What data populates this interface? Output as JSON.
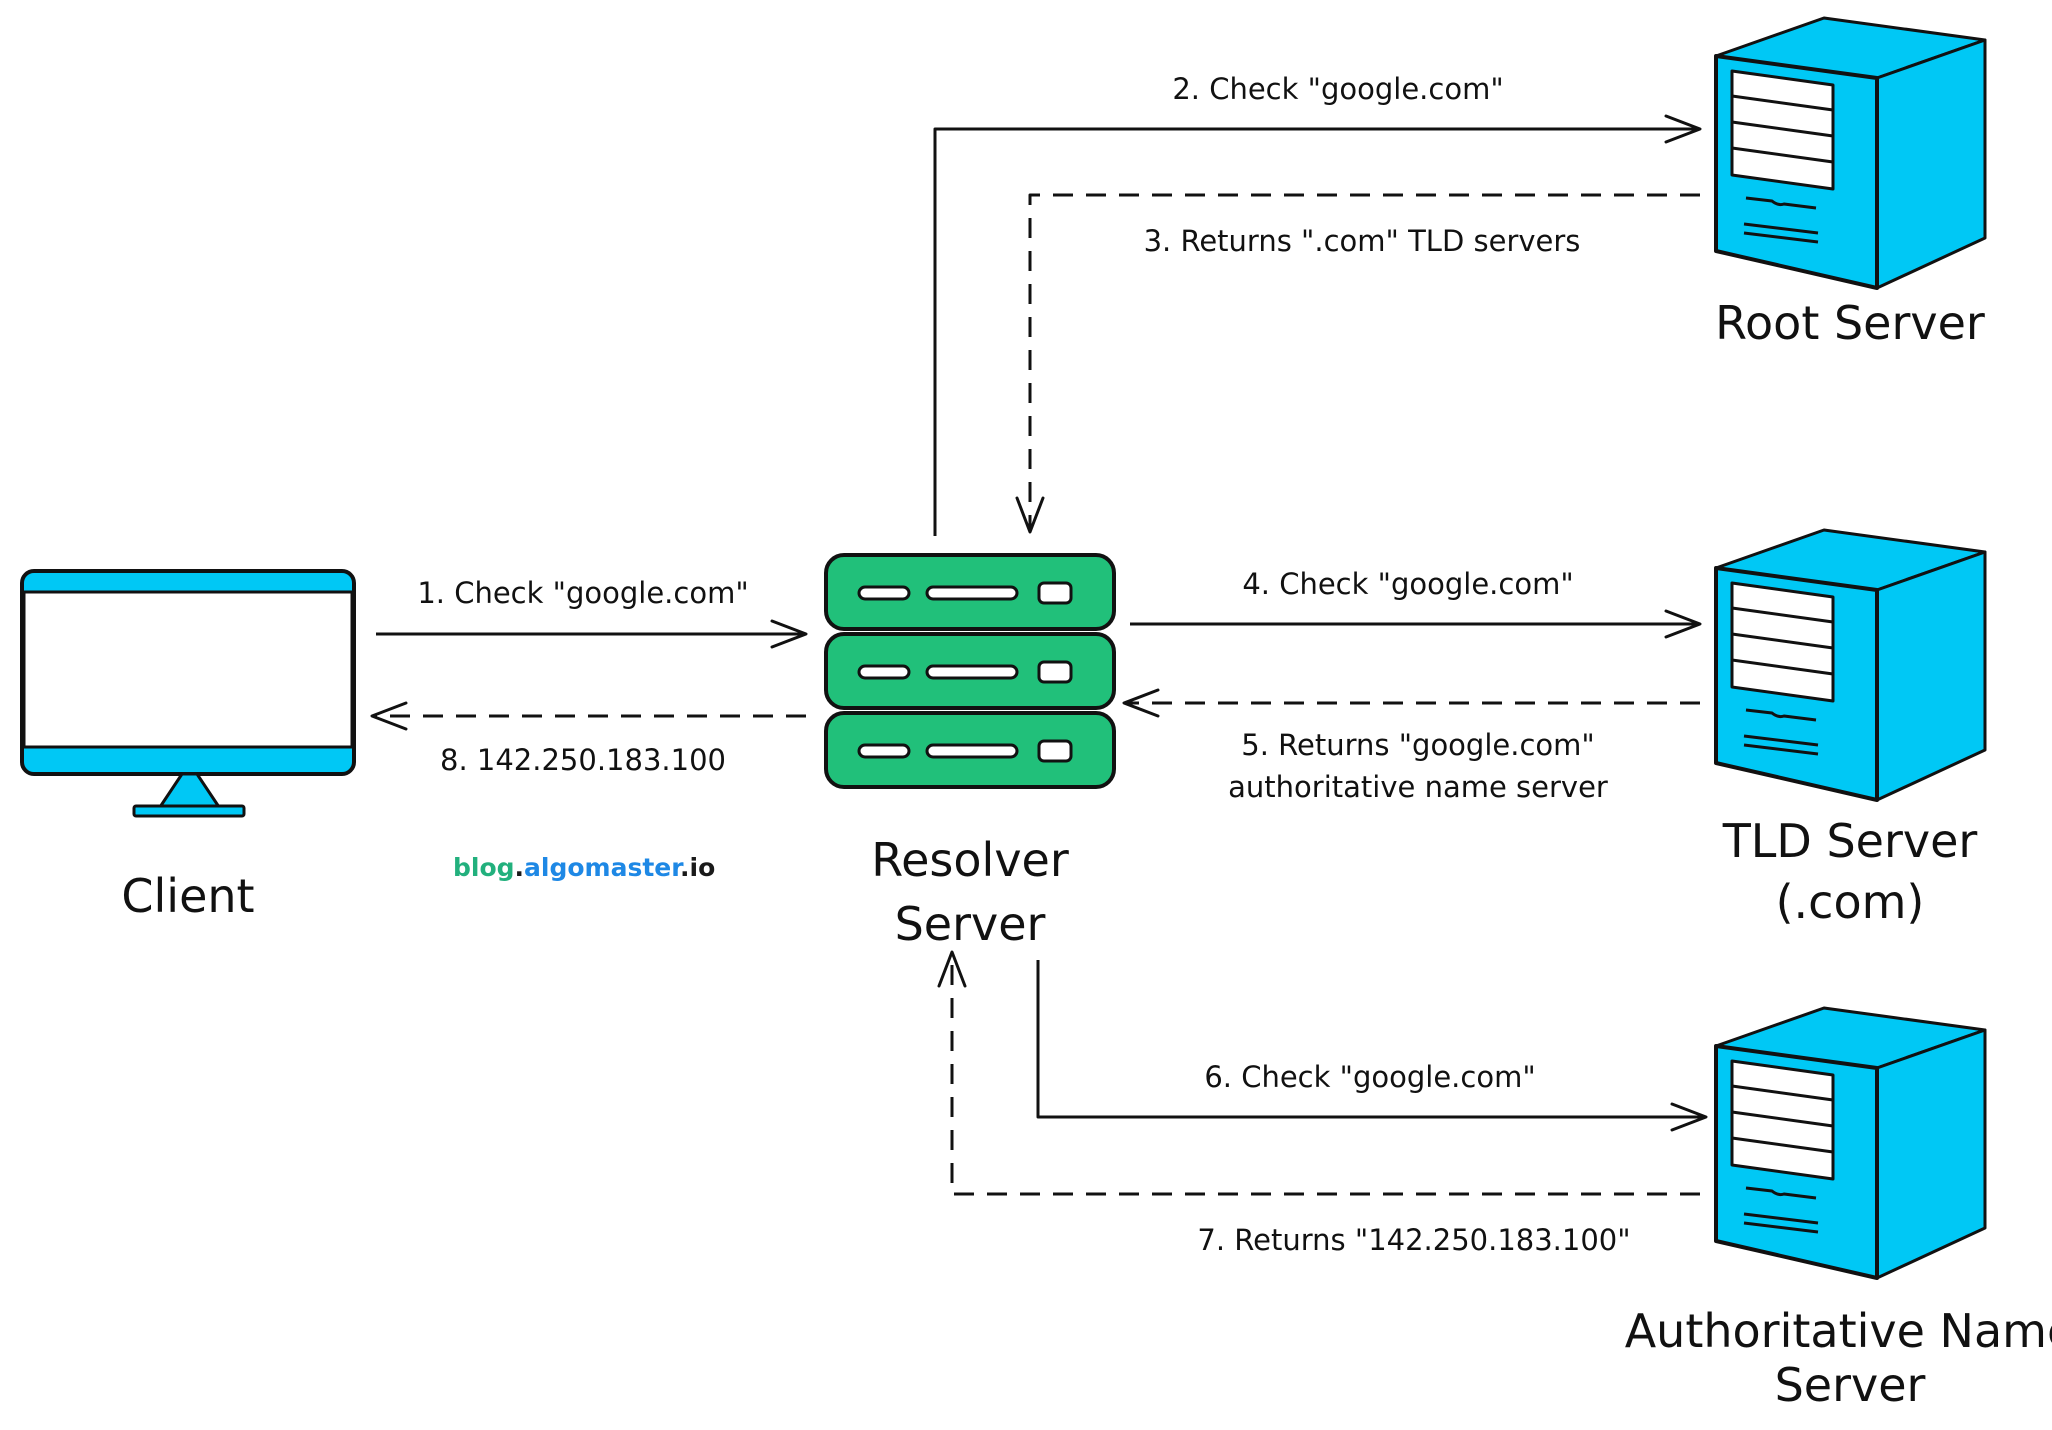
{
  "nodes": {
    "client": {
      "label": "Client"
    },
    "resolver": {
      "label_line1": "Resolver",
      "label_line2": "Server"
    },
    "root": {
      "label": "Root Server"
    },
    "tld": {
      "label_line1": "TLD Server",
      "label_line2": "(.com)"
    },
    "authoritative": {
      "label_line1": "Authoritative Name",
      "label_line2": "Server"
    }
  },
  "edges": {
    "step1": "1. Check \"google.com\"",
    "step2": "2. Check \"google.com\"",
    "step3": "3. Returns \".com\"  TLD servers",
    "step4": "4. Check \"google.com\"",
    "step5_line1": "5. Returns \"google.com\"",
    "step5_line2": "authoritative name server",
    "step6": "6. Check \"google.com\"",
    "step7": "7. Returns \"142.250.183.100\"",
    "step8": "8. 142.250.183.100"
  },
  "watermark": {
    "part1": "blog",
    "dot1": ".",
    "part2": "algomaster",
    "dot2": ".",
    "part3": "io"
  },
  "colors": {
    "server_blue": "#00C8F5",
    "resolver_green": "#21C07A",
    "monitor_blue": "#00C8F5",
    "brand_green": "#22B07D",
    "brand_blue": "#1E88E5",
    "brand_dark": "#1A1A1A"
  }
}
